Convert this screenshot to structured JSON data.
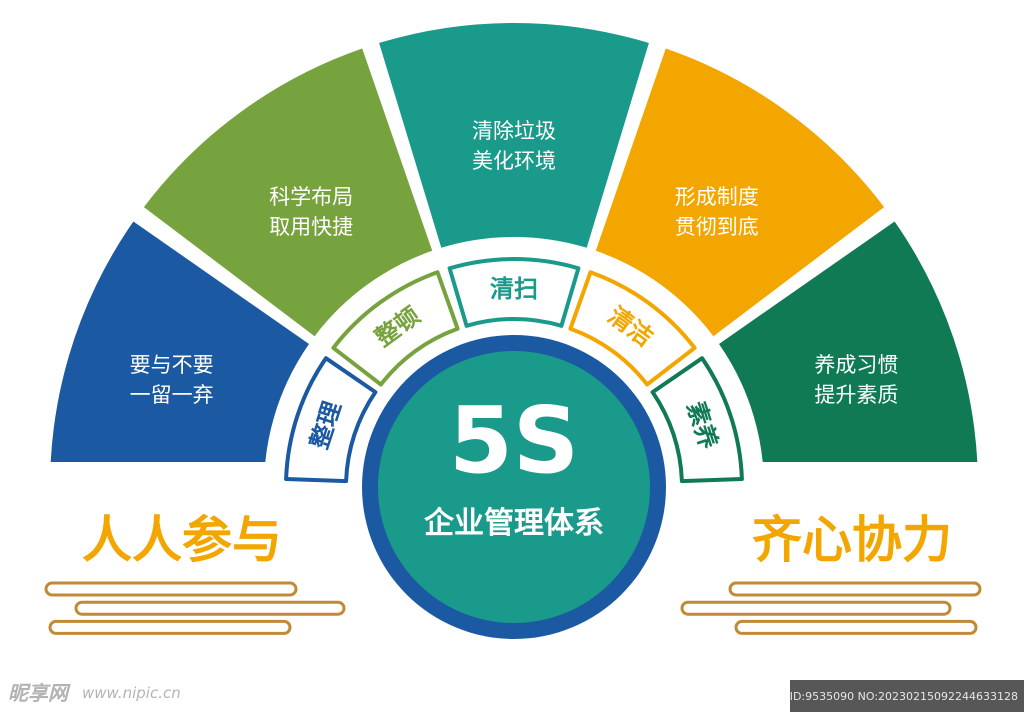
{
  "colors": {
    "blue": "#1b5aa3",
    "green": "#76a33e",
    "teal": "#1a9a8a",
    "orange": "#f3a500",
    "darkgreen": "#107a55",
    "gold": "#c08a37",
    "slogan": "#f3a500"
  },
  "segments": [
    {
      "id": "seiri",
      "color": "blue",
      "lines": [
        "要与不要",
        "一留一弃"
      ],
      "label": "整理"
    },
    {
      "id": "seiton",
      "color": "green",
      "lines": [
        "科学布局",
        "取用快捷"
      ],
      "label": "整顿"
    },
    {
      "id": "seiso",
      "color": "teal",
      "lines": [
        "清除垃圾",
        "美化环境"
      ],
      "label": "清扫"
    },
    {
      "id": "seiketsu",
      "color": "orange",
      "lines": [
        "形成制度",
        "贯彻到底"
      ],
      "label": "清洁"
    },
    {
      "id": "shitsuke",
      "color": "darkgreen",
      "lines": [
        "养成习惯",
        "提升素质"
      ],
      "label": "素养"
    }
  ],
  "center": {
    "title": "5S",
    "subtitle": "企业管理体系"
  },
  "slogans": {
    "left": "人人参与",
    "right": "齐心协力"
  },
  "watermark": {
    "logo": "昵享网",
    "url": "www.nipic.cn",
    "id": "ID:9535090 NO:20230215092244633128"
  }
}
